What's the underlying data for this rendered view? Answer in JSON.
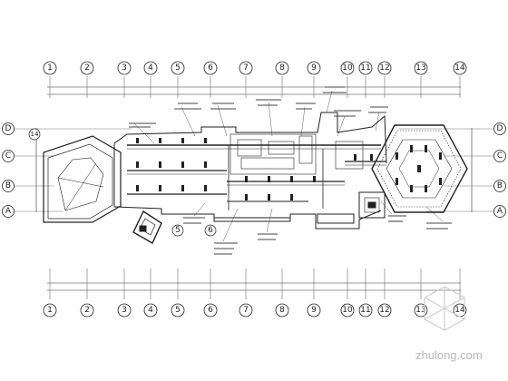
{
  "axis_columns": [
    "1",
    "2",
    "3",
    "4",
    "5",
    "6",
    "7",
    "8",
    "9",
    "10",
    "11",
    "12",
    "13",
    "14"
  ],
  "axis_rows": [
    "D",
    "C",
    "B",
    "A"
  ],
  "watermark": {
    "text": "zhulong.com",
    "icon": "hexagon-logo-icon"
  },
  "colors": {
    "line": "#2a2a2a",
    "watermark": "#bdbdbd"
  }
}
